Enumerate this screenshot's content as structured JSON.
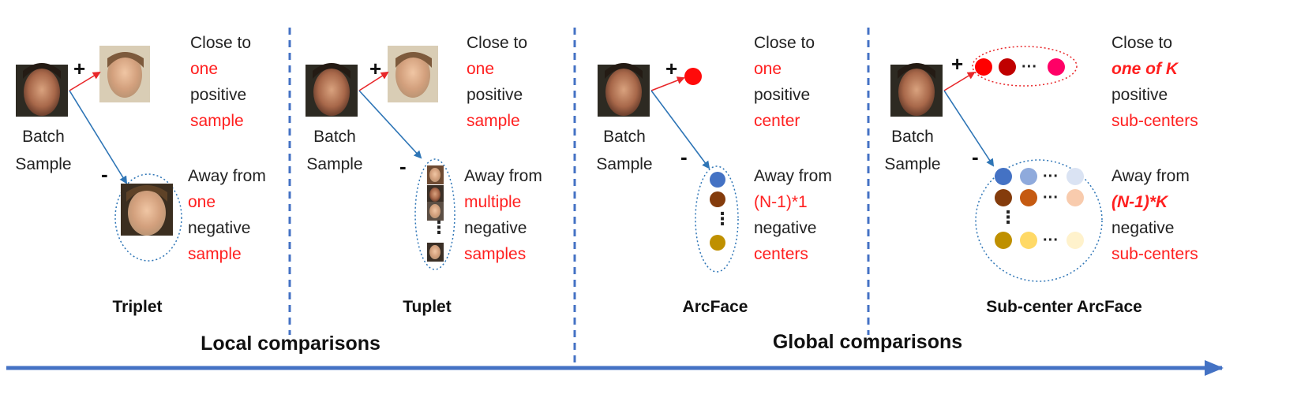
{
  "panels": [
    {
      "label": "Triplet",
      "batch": [
        "Batch",
        "Sample"
      ],
      "positive": [
        "Close to",
        "one",
        "positive",
        "sample"
      ],
      "negative": [
        "Away from",
        "one",
        "negative",
        "sample"
      ]
    },
    {
      "label": "Tuplet",
      "batch": [
        "Batch",
        "Sample"
      ],
      "positive": [
        "Close to",
        "one",
        "positive",
        "sample"
      ],
      "negative": [
        "Away from",
        "multiple",
        "negative",
        "samples"
      ]
    },
    {
      "label": "ArcFace",
      "batch": [
        "Batch",
        "Sample"
      ],
      "positive": [
        "Close to",
        "one",
        "positive",
        "center"
      ],
      "negative": [
        "Away from",
        "(N-1)*1",
        "negative",
        "centers"
      ]
    },
    {
      "label": "Sub-center ArcFace",
      "batch": [
        "Batch",
        "Sample"
      ],
      "positive": [
        "Close to",
        "one of K",
        "positive",
        "sub-centers"
      ],
      "negative": [
        "Away from",
        "(N-1)*K",
        "negative",
        "sub-centers"
      ]
    }
  ],
  "signs": {
    "plus": "+",
    "minus": "-"
  },
  "dots": {
    "ellipsis": "···",
    "vertical": "⋮"
  },
  "groups": {
    "local": "Local comparisons",
    "global": "Global comparisons"
  },
  "colors": {
    "red_text": "#ff1f1f",
    "divider": "#4472c4",
    "arrow_blue": "#2e75b6",
    "arrow_red": "#e8272a",
    "axis": "#4472c4",
    "positive_dot": "#ff0a0a",
    "subcenter_positive": [
      "#ff0000",
      "#c00000",
      "#ff0066"
    ],
    "negative_rows": [
      [
        "#4472c4",
        "#8faadc",
        "#dae3f3"
      ],
      [
        "#843c0c",
        "#c55a11",
        "#f8cbad"
      ],
      [
        "#bf9000",
        "#ffd966",
        "#fff2cc"
      ]
    ]
  }
}
